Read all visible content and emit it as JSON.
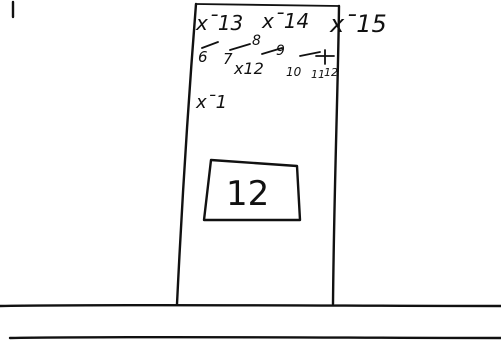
{
  "tower": {
    "marks": [
      {
        "text": "x¯13"
      },
      {
        "text": "x¯14"
      },
      {
        "text": "x¯15"
      },
      {
        "text": "x¯1"
      },
      {
        "text": "x12"
      }
    ],
    "small_numbers": [
      "6",
      "7",
      "8",
      "9",
      "10",
      "11",
      "12"
    ]
  },
  "tile": {
    "label": "12"
  }
}
